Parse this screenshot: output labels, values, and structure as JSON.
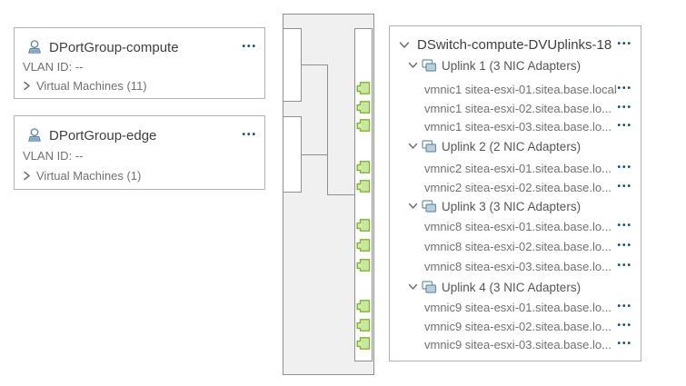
{
  "glyphs": {
    "ellipsis": "•••"
  },
  "colors": {
    "accent_icon_blue": "#5b87a5",
    "icon_fill_blue": "#bdd2de",
    "port_green_fill": "#d5ecae",
    "port_green_stroke": "#77b52c",
    "panel_gray_fill": "#f0f0f0",
    "border_gray": "#8f8f8f",
    "ellipsis_blue": "#17506e",
    "text_primary": "#3f3f3f",
    "text_secondary": "#717171"
  },
  "port_groups": [
    {
      "name": "DPortGroup-compute",
      "vlan_label": "VLAN ID: --",
      "vm_label": "Virtual Machines (11)"
    },
    {
      "name": "DPortGroup-edge",
      "vlan_label": "VLAN ID: --",
      "vm_label": "Virtual Machines (1)"
    }
  ],
  "uplinks_panel": {
    "title": "DSwitch-compute-DVUplinks-18",
    "uplinks": [
      {
        "label": "Uplink 1 (3 NIC Adapters)",
        "nics": [
          "vmnic1 sitea-esxi-01.sitea.base.local",
          "vmnic1 sitea-esxi-02.sitea.base.lo...",
          "vmnic1 sitea-esxi-03.sitea.base.lo..."
        ]
      },
      {
        "label": "Uplink 2 (2 NIC Adapters)",
        "nics": [
          "vmnic2 sitea-esxi-01.sitea.base.lo...",
          "vmnic2 sitea-esxi-02.sitea.base.lo..."
        ]
      },
      {
        "label": "Uplink 3 (3 NIC Adapters)",
        "nics": [
          "vmnic8 sitea-esxi-01.sitea.base.lo...",
          "vmnic8 sitea-esxi-02.sitea.base.lo...",
          "vmnic8 sitea-esxi-03.sitea.base.lo..."
        ]
      },
      {
        "label": "Uplink 4 (3 NIC Adapters)",
        "nics": [
          "vmnic9 sitea-esxi-01.sitea.base.lo...",
          "vmnic9 sitea-esxi-02.sitea.base.lo...",
          "vmnic9 sitea-esxi-03.sitea.base.lo..."
        ]
      }
    ]
  }
}
